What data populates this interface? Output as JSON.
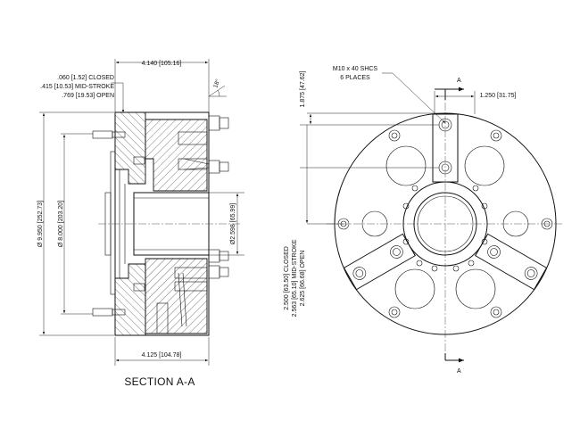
{
  "section_view": {
    "top_width": "4.140 [105.16]",
    "bottom_width": "4.125 [104.78]",
    "stroke_lines": [
      ".060 [1.52] CLOSED",
      ".415 [10.53] MID-STROKE",
      ".769 [19.53] OPEN"
    ],
    "angle_label": "18°",
    "outer_diameter": "Ø 9.950 [252.73]",
    "bolt_circle": "Ø 8.000 [203.20]",
    "bore": "Ø2.598 [65.99]",
    "caption": "SECTION  A-A"
  },
  "front_view": {
    "fastener_title": "M10 x 40 SHCS",
    "fastener_count": "6 PLACES",
    "cut_label_top": "A",
    "cut_label_bottom": "A",
    "offset_dim": "1.250 [31.75]",
    "top_height": "1.875 [47.62]",
    "jaw_stroke_lines": [
      "2.500 [63.50] CLOSED",
      "2.563 [65.10] MID-STROKE",
      "2.625 [66.68] OPEN"
    ]
  },
  "colors": {
    "line": "#111111",
    "background": "#ffffff"
  }
}
